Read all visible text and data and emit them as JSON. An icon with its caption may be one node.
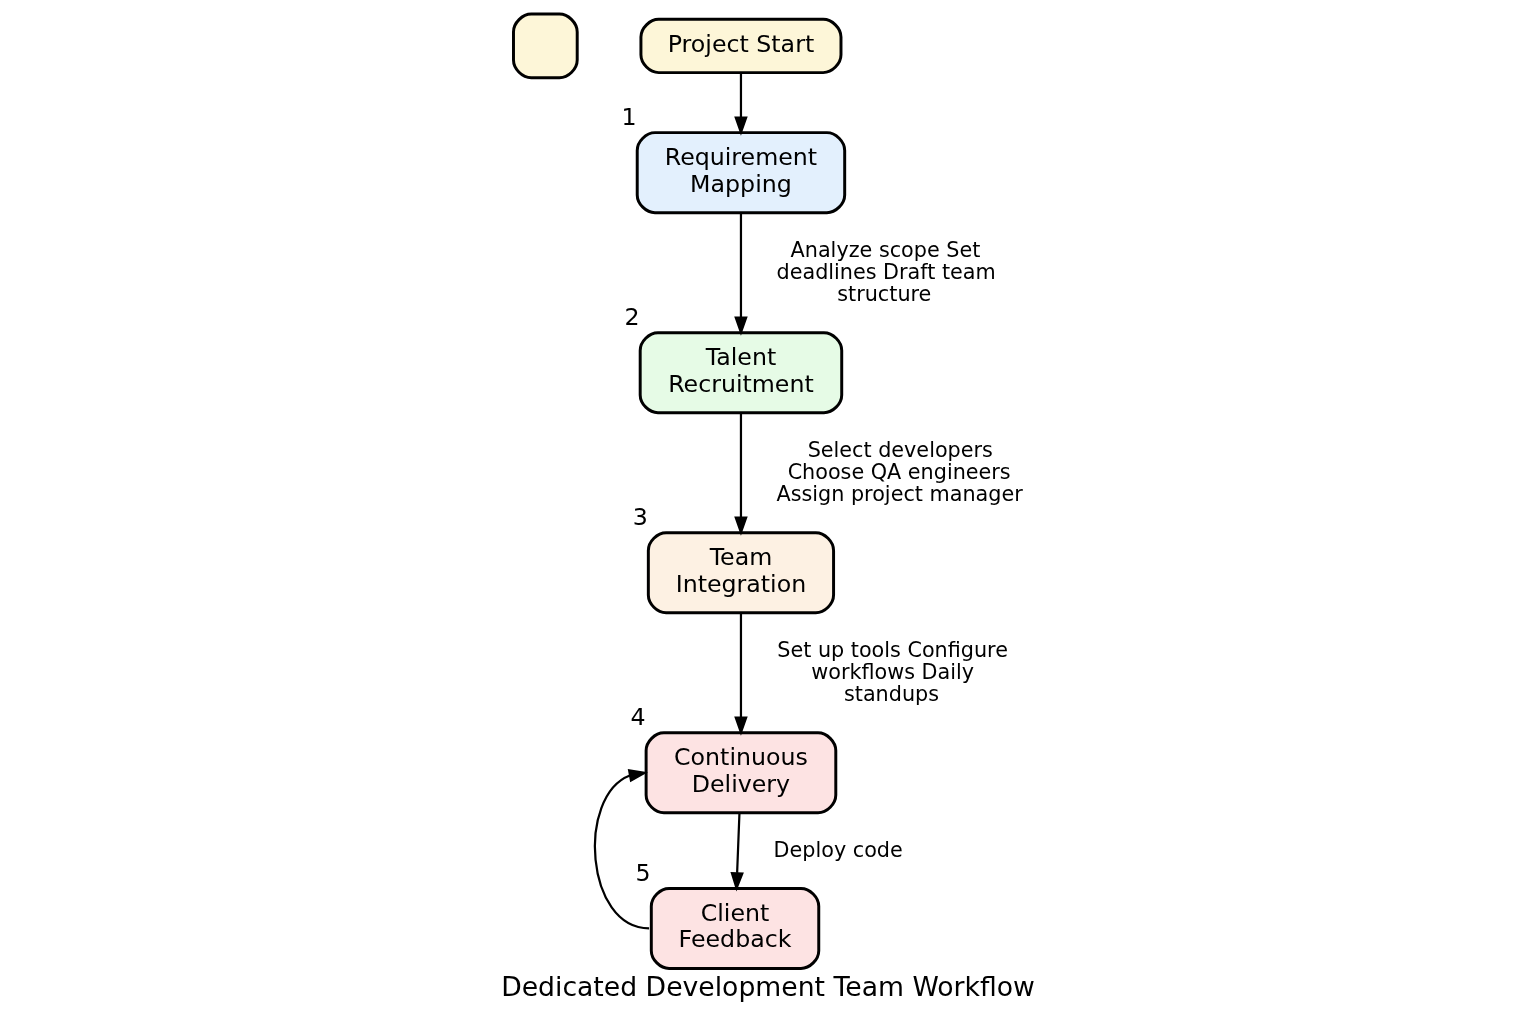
{
  "diagram": {
    "title": "Dedicated Development Team Workflow",
    "nodes": [
      {
        "text": [],
        "shape": "box"
      },
      {
        "text": [
          "Project Start"
        ]
      },
      {
        "text": [
          "Requirement Mapping"
        ],
        "beside": [
          "1"
        ]
      },
      {
        "text": [
          "Talent Recruitment"
        ],
        "beside": [
          "2"
        ]
      },
      {
        "text": [
          "Team Integration"
        ],
        "beside": [
          "3"
        ]
      },
      {
        "text": [
          "Continuous Delivery"
        ],
        "beside": [
          "4"
        ]
      },
      {
        "text": [
          "Client Feedback"
        ],
        "beside": [
          "5"
        ]
      }
    ],
    "edges": [
      {
        "from": 1,
        "to": 2,
        "arrow": "to"
      },
      {
        "from": 2,
        "to": 3,
        "arrow": "to",
        "label": "Analyze scope Set deadlines Draft team structure"
      },
      {
        "from": 3,
        "to": 4,
        "arrow": "to",
        "label": "Select developers Choose QA engineers Assign project manager"
      },
      {
        "from": 4,
        "to": 5,
        "arrow": "to",
        "label": "Set up tools Configure workflows Daily standups"
      },
      {
        "from": 5,
        "to": 6,
        "arrow": "to",
        "label": "Deploy code"
      },
      {
        "from": 6,
        "to": 5,
        "arrow": "to"
      }
    ]
  }
}
